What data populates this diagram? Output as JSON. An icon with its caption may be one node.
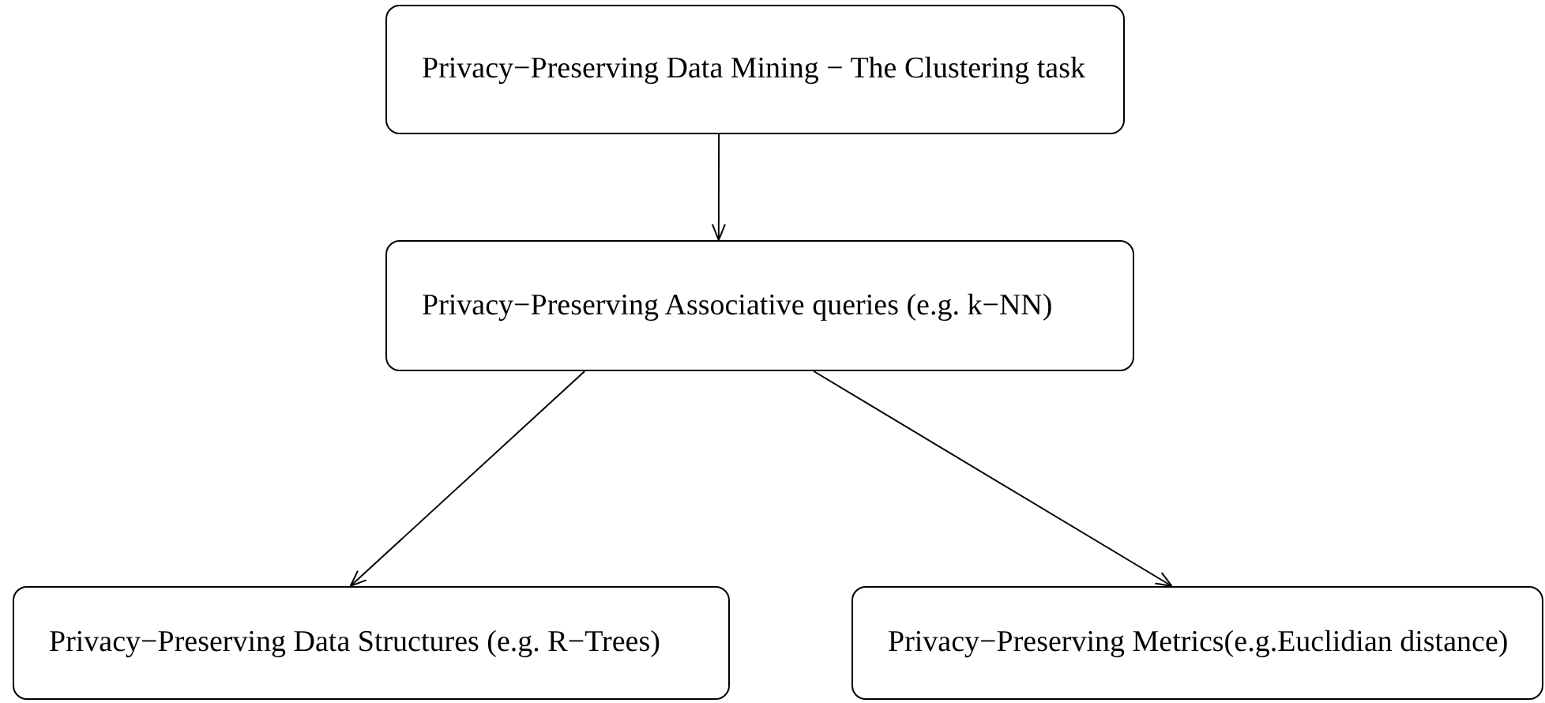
{
  "diagram": {
    "nodes": [
      {
        "text": [
          "Privacy−Preserving Data Mining − The Clustering task"
        ]
      },
      {
        "text": [
          "Privacy−Preserving Associative queries (e.g. k−NN)"
        ]
      },
      {
        "text": [
          "Privacy−Preserving Data Structures (e.g. R−Trees)"
        ]
      },
      {
        "text": [
          "Privacy−Preserving Metrics(e.g.Euclidian distance)"
        ]
      }
    ],
    "edges": [
      {
        "from": 0,
        "to": 1,
        "arrow": "to"
      },
      {
        "from": 1,
        "to": 2,
        "arrow": "to"
      },
      {
        "from": 1,
        "to": 3,
        "arrow": "to"
      }
    ]
  }
}
